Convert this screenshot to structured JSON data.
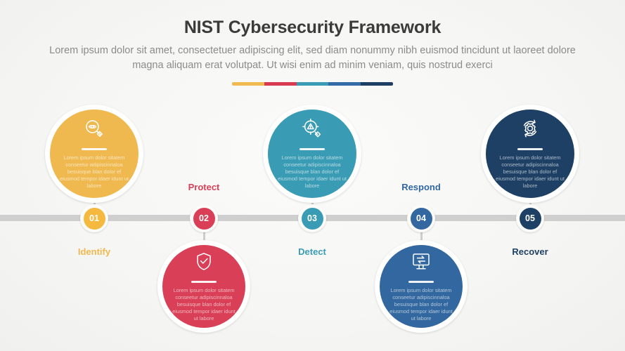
{
  "header": {
    "title": "NIST Cybersecurity Framework",
    "subtitle": "Lorem ipsum dolor sit amet, consectetuer adipiscing elit, sed diam nonummy nibh euismod tincidunt ut laoreet dolore magna aliquam erat volutpat. Ut wisi enim ad minim veniam, quis nostrud exerci"
  },
  "divider": {
    "segments": [
      "#f0b952",
      "#d83a52",
      "#3a9cb4",
      "#336ba6",
      "#1e3f63"
    ]
  },
  "timeline": {
    "bar_color": "#cfcfcf",
    "stem_color": "#cdcdcd"
  },
  "body_text": "Lorem ipsum dolor sitatem conseetur adipiscinnaloa besuisque blan dolor ef eiusmod tempor idaer idunt ut labore",
  "steps": [
    {
      "number": "01",
      "label": "Identify",
      "color": "#f0b94f",
      "badge_color": "#f5b940",
      "icon": "magnifier-eye-icon",
      "position": "top",
      "text": "Lorem ipsum dolor sitatem conseetur adipiscinnaloa besuisque blan dolor ef eiusmod tempor idaer idunt ut labore"
    },
    {
      "number": "02",
      "label": "Protect",
      "color": "#d93f56",
      "badge_color": "#d93f56",
      "icon": "shield-check-icon",
      "position": "bottom",
      "text": "Lorem ipsum dolor sitatem conseetur adipiscinnaloa besuisque blan dolor ef eiusmod tempor idaer idunt ut labore"
    },
    {
      "number": "03",
      "label": "Detect",
      "color": "#3a9cb4",
      "badge_color": "#3a9cb4",
      "icon": "target-alert-magnifier-icon",
      "position": "top",
      "text": "Lorem ipsum dolor sitatem conseetur adipiscinnaloa besuisque blan dolor ef eiusmod tempor idaer idunt ut labore"
    },
    {
      "number": "04",
      "label": "Respond",
      "color": "#32679f",
      "badge_color": "#32679f",
      "icon": "monitor-exchange-icon",
      "position": "bottom",
      "text": "Lorem ipsum dolor sitatem conseetur adipiscinnaloa besuisque blan dolor ef eiusmod tempor idaer idunt ut labore"
    },
    {
      "number": "05",
      "label": "Recover",
      "color": "#1e4065",
      "badge_color": "#1e4065",
      "icon": "gear-refresh-icon",
      "position": "top",
      "text": "Lorem ipsum dolor sitatem conseetur adipiscinnaloa besuisque blan dolor ef eiusmod tempor idaer idunt ut labore"
    }
  ]
}
